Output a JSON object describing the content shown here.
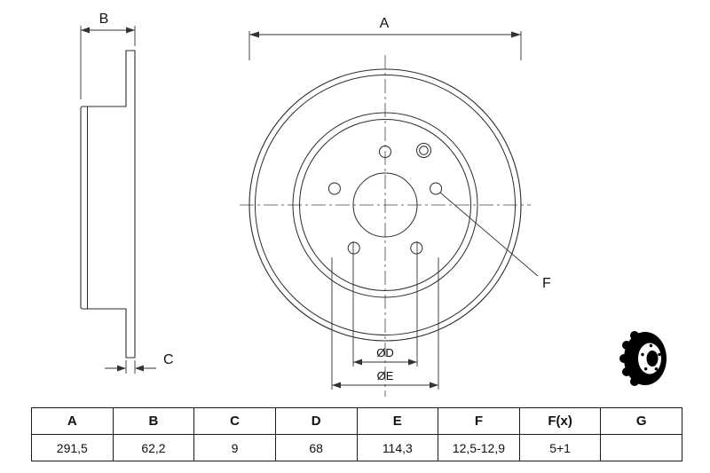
{
  "drawing": {
    "labels": {
      "a": "A",
      "b": "B",
      "c": "C",
      "f": "F",
      "d": "ØD",
      "e": "ØE"
    }
  },
  "table": {
    "headers": [
      "A",
      "B",
      "C",
      "D",
      "E",
      "F",
      "F(x)",
      "G"
    ],
    "values": [
      "291,5",
      "62,2",
      "9",
      "68",
      "114,3",
      "12,5-12,9",
      "5+1",
      ""
    ]
  },
  "colors": {
    "line": "#2b2b2b",
    "dimension_line": "#333333",
    "icon": "#000000",
    "table_border": "#1a1a1a",
    "background": "#ffffff"
  }
}
